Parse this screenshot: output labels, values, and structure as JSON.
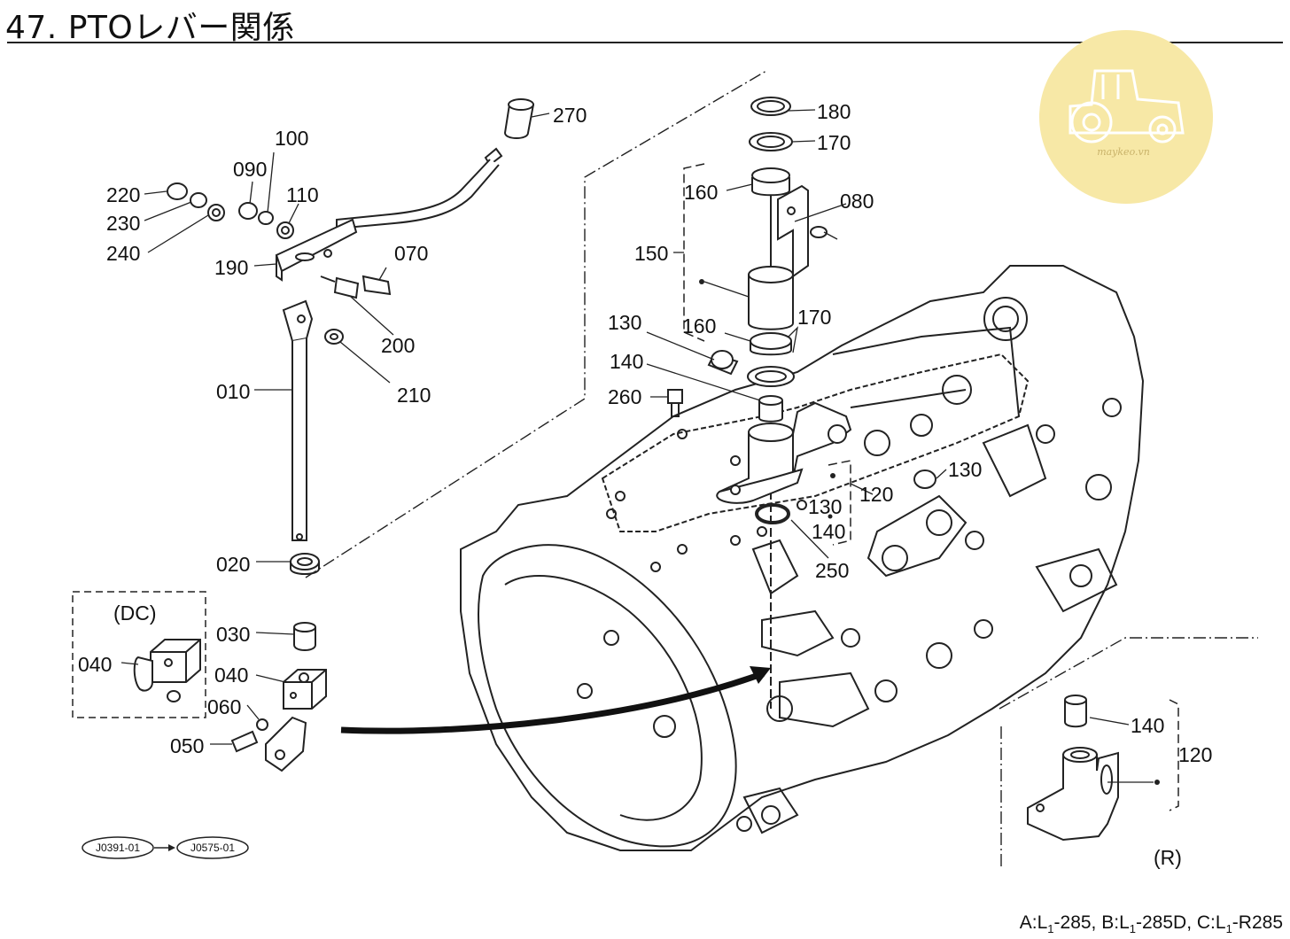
{
  "header": {
    "title": "47. PTOレバー関係"
  },
  "watermark": {
    "text": "maykeo.vn",
    "circle_color": "#f7e8a6",
    "icon": "tractor-icon"
  },
  "callouts": [
    {
      "id": "c270",
      "text": "270"
    },
    {
      "id": "c100",
      "text": "100"
    },
    {
      "id": "c090",
      "text": "090"
    },
    {
      "id": "c110",
      "text": "110"
    },
    {
      "id": "c220",
      "text": "220"
    },
    {
      "id": "c230",
      "text": "230"
    },
    {
      "id": "c240",
      "text": "240"
    },
    {
      "id": "c070",
      "text": "070"
    },
    {
      "id": "c190",
      "text": "190"
    },
    {
      "id": "c200",
      "text": "200"
    },
    {
      "id": "c210",
      "text": "210"
    },
    {
      "id": "c010",
      "text": "010"
    },
    {
      "id": "c020",
      "text": "020"
    },
    {
      "id": "c180",
      "text": "180"
    },
    {
      "id": "c170a",
      "text": "170"
    },
    {
      "id": "c160a",
      "text": "160"
    },
    {
      "id": "c080",
      "text": "080"
    },
    {
      "id": "c150",
      "text": "150"
    },
    {
      "id": "c130a",
      "text": "130"
    },
    {
      "id": "c160b",
      "text": "160"
    },
    {
      "id": "c170b",
      "text": "170"
    },
    {
      "id": "c140a",
      "text": "140"
    },
    {
      "id": "c260",
      "text": "260"
    },
    {
      "id": "c130b",
      "text": "130"
    },
    {
      "id": "c120a",
      "text": "120"
    },
    {
      "id": "c130c",
      "text": "130"
    },
    {
      "id": "c140b",
      "text": "140"
    },
    {
      "id": "c250",
      "text": "250"
    },
    {
      "id": "c030",
      "text": "030"
    },
    {
      "id": "c040a",
      "text": "040"
    },
    {
      "id": "c040b",
      "text": "040"
    },
    {
      "id": "c060",
      "text": "060"
    },
    {
      "id": "c050",
      "text": "050"
    },
    {
      "id": "c140c",
      "text": "140"
    },
    {
      "id": "c120b",
      "text": "120"
    }
  ],
  "variants": {
    "dc": "(DC)",
    "r": "(R)"
  },
  "refs": {
    "from": "J0391-01",
    "to": "J0575-01"
  },
  "footer": {
    "a_prefix": "A:L",
    "a_sub": "1",
    "a_model": "-285,",
    "b_prefix": "B:L",
    "b_sub": "1",
    "b_model": "-285D,",
    "c_prefix": "C:L",
    "c_sub": "1",
    "c_model": "-R285"
  }
}
